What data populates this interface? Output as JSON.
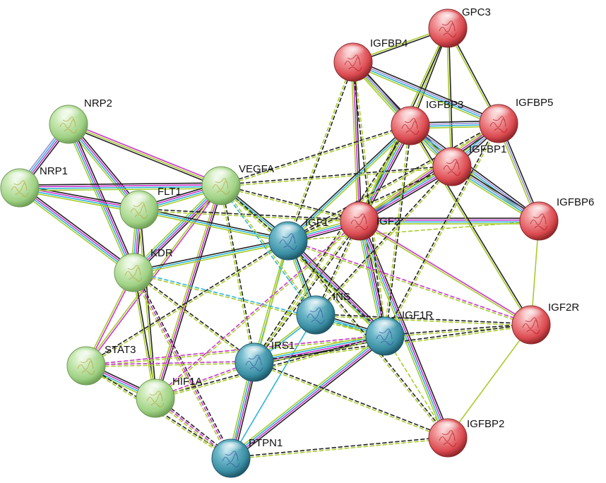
{
  "colors": {
    "green": "#a6d98c",
    "red": "#e8545a",
    "teal": "#3d93a8",
    "black": "#222222",
    "magenta": "#cc33cc",
    "cyan": "#2cb5d6",
    "lime": "#a8cc2c",
    "lavender": "#9b8fd9",
    "background": "#ffffff"
  },
  "nodes": [
    {
      "id": "GPC3",
      "label": "GPC3",
      "group": "red"
    },
    {
      "id": "IGFBP4",
      "label": "IGFBP4",
      "group": "red"
    },
    {
      "id": "IGFBP3",
      "label": "IGFBP3",
      "group": "red"
    },
    {
      "id": "IGFBP5",
      "label": "IGFBP5",
      "group": "red"
    },
    {
      "id": "IGFBP1",
      "label": "IGFBP1",
      "group": "red"
    },
    {
      "id": "IGF2",
      "label": "IGF2",
      "group": "red"
    },
    {
      "id": "IGFBP6",
      "label": "IGFBP6",
      "group": "red"
    },
    {
      "id": "IGF2R",
      "label": "IGF2R",
      "group": "red"
    },
    {
      "id": "IGFBP2",
      "label": "IGFBP2",
      "group": "red"
    },
    {
      "id": "NRP2",
      "label": "NRP2",
      "group": "green"
    },
    {
      "id": "NRP1",
      "label": "NRP1",
      "group": "green"
    },
    {
      "id": "FLT1",
      "label": "FLT1",
      "group": "green"
    },
    {
      "id": "VEGFA",
      "label": "VEGFA",
      "group": "green"
    },
    {
      "id": "KDR",
      "label": "KDR",
      "group": "green"
    },
    {
      "id": "STAT3",
      "label": "STAT3",
      "group": "green"
    },
    {
      "id": "HIF1A",
      "label": "HIF1A",
      "group": "green"
    },
    {
      "id": "IGF1",
      "label": "IGF1",
      "group": "teal"
    },
    {
      "id": "INS",
      "label": "INS",
      "group": "teal"
    },
    {
      "id": "IGF1R",
      "label": "IGF1R",
      "group": "teal"
    },
    {
      "id": "IRS1",
      "label": "IRS1",
      "group": "teal"
    },
    {
      "id": "PTPN1",
      "label": "PTPN1",
      "group": "teal"
    }
  ],
  "edges": [
    {
      "a": "NRP2",
      "b": "NRP1",
      "types": [
        "black",
        "magenta",
        "cyan",
        "lavender"
      ]
    },
    {
      "a": "NRP2",
      "b": "FLT1",
      "types": [
        "black",
        "magenta",
        "cyan",
        "lime"
      ]
    },
    {
      "a": "NRP2",
      "b": "VEGFA",
      "types": [
        "magenta",
        "lime",
        "black"
      ]
    },
    {
      "a": "NRP2",
      "b": "KDR",
      "types": [
        "black",
        "magenta",
        "cyan",
        "lime"
      ]
    },
    {
      "a": "NRP1",
      "b": "FLT1",
      "types": [
        "black",
        "magenta",
        "cyan",
        "lime"
      ]
    },
    {
      "a": "NRP1",
      "b": "VEGFA",
      "types": [
        "black",
        "magenta",
        "cyan",
        "lime"
      ]
    },
    {
      "a": "NRP1",
      "b": "KDR",
      "types": [
        "black",
        "magenta",
        "cyan",
        "lime"
      ]
    },
    {
      "a": "FLT1",
      "b": "VEGFA",
      "types": [
        "black",
        "magenta",
        "cyan",
        "lime"
      ]
    },
    {
      "a": "FLT1",
      "b": "KDR",
      "types": [
        "black",
        "magenta",
        "cyan",
        "lime"
      ]
    },
    {
      "a": "VEGFA",
      "b": "KDR",
      "types": [
        "black",
        "magenta",
        "cyan",
        "lime"
      ]
    },
    {
      "a": "VEGFA",
      "b": "HIF1A",
      "types": [
        "black",
        "magenta",
        "lime"
      ]
    },
    {
      "a": "VEGFA",
      "b": "STAT3",
      "types": [
        "magenta",
        "lime"
      ]
    },
    {
      "a": "KDR",
      "b": "STAT3",
      "types": [
        "magenta",
        "lime"
      ]
    },
    {
      "a": "KDR",
      "b": "HIF1A",
      "types": [
        "black",
        "lime"
      ]
    },
    {
      "a": "FLT1",
      "b": "HIF1A",
      "types": [
        "black",
        "lime"
      ]
    },
    {
      "a": "STAT3",
      "b": "HIF1A",
      "types": [
        "black",
        "magenta",
        "cyan",
        "lime"
      ]
    },
    {
      "a": "GPC3",
      "b": "IGFBP4",
      "types": [
        "black",
        "lime"
      ]
    },
    {
      "a": "GPC3",
      "b": "IGFBP3",
      "types": [
        "black",
        "lime"
      ]
    },
    {
      "a": "GPC3",
      "b": "IGFBP5",
      "types": [
        "black",
        "lime"
      ]
    },
    {
      "a": "GPC3",
      "b": "IGFBP1",
      "types": [
        "black",
        "lime"
      ]
    },
    {
      "a": "GPC3",
      "b": "IGF2",
      "types": [
        "black",
        "lime"
      ]
    },
    {
      "a": "IGFBP4",
      "b": "IGFBP3",
      "types": [
        "black",
        "lavender",
        "cyan",
        "lime"
      ]
    },
    {
      "a": "IGFBP4",
      "b": "IGFBP5",
      "types": [
        "black",
        "lavender",
        "cyan",
        "lime"
      ]
    },
    {
      "a": "IGFBP4",
      "b": "IGFBP1",
      "types": [
        "black",
        "lavender",
        "lime"
      ]
    },
    {
      "a": "IGFBP4",
      "b": "IGF2",
      "types": [
        "black",
        "magenta",
        "lime"
      ]
    },
    {
      "a": "IGFBP3",
      "b": "IGFBP5",
      "types": [
        "black",
        "lavender",
        "cyan",
        "lime"
      ]
    },
    {
      "a": "IGFBP3",
      "b": "IGFBP1",
      "types": [
        "black",
        "lavender",
        "cyan",
        "lime"
      ]
    },
    {
      "a": "IGFBP3",
      "b": "IGF2",
      "types": [
        "black",
        "magenta",
        "cyan",
        "lime"
      ]
    },
    {
      "a": "IGFBP3",
      "b": "IGFBP6",
      "types": [
        "black",
        "lavender",
        "cyan",
        "lime"
      ]
    },
    {
      "a": "IGFBP5",
      "b": "IGFBP1",
      "types": [
        "black",
        "lavender",
        "cyan",
        "lime"
      ]
    },
    {
      "a": "IGFBP5",
      "b": "IGF2",
      "types": [
        "black",
        "magenta",
        "lime"
      ]
    },
    {
      "a": "IGFBP5",
      "b": "IGFBP6",
      "types": [
        "black",
        "lavender",
        "lime"
      ]
    },
    {
      "a": "IGFBP1",
      "b": "IGF2",
      "types": [
        "black",
        "magenta",
        "cyan",
        "lime"
      ]
    },
    {
      "a": "IGFBP1",
      "b": "IGFBP6",
      "types": [
        "black",
        "lavender",
        "cyan",
        "lime"
      ]
    },
    {
      "a": "IGF2",
      "b": "IGFBP6",
      "types": [
        "black",
        "magenta",
        "cyan",
        "lime"
      ]
    },
    {
      "a": "IGF2",
      "b": "IGF2R",
      "types": [
        "magenta",
        "lime"
      ]
    },
    {
      "a": "IGF2",
      "b": "IGF1",
      "types": [
        "black",
        "magenta",
        "cyan",
        "lime"
      ]
    },
    {
      "a": "IGF2",
      "b": "IGF1R",
      "types": [
        "black",
        "magenta",
        "cyan",
        "lime"
      ]
    },
    {
      "a": "IGF2",
      "b": "IGFBP2",
      "types": [
        "black",
        "magenta",
        "cyan",
        "lime"
      ]
    },
    {
      "a": "IGF2",
      "b": "IRS1",
      "types": [
        "black",
        "lime"
      ]
    },
    {
      "a": "IGFBP6",
      "b": "IGF2R",
      "types": [
        "lime"
      ]
    },
    {
      "a": "IGF2R",
      "b": "IGFBP2",
      "types": [
        "lime"
      ]
    },
    {
      "a": "IGFBP3",
      "b": "IGF2R",
      "types": [
        "black",
        "lime"
      ]
    },
    {
      "a": "IGFBP3",
      "b": "IGF1R",
      "types": [
        "black",
        "lime"
      ]
    },
    {
      "a": "IGFBP4",
      "b": "IGF1",
      "types": [
        "black",
        "lime"
      ]
    },
    {
      "a": "IGF1",
      "b": "INS",
      "types": [
        "black",
        "cyan",
        "lime"
      ]
    },
    {
      "a": "IGF1",
      "b": "IGF1R",
      "types": [
        "black",
        "magenta",
        "cyan",
        "lime"
      ]
    },
    {
      "a": "IGF1",
      "b": "IRS1",
      "types": [
        "cyan",
        "lime"
      ]
    },
    {
      "a": "IGF1",
      "b": "PTPN1",
      "types": [
        "lime"
      ]
    },
    {
      "a": "INS",
      "b": "IGF1R",
      "types": [
        "black",
        "cyan",
        "lime"
      ]
    },
    {
      "a": "INS",
      "b": "IRS1",
      "types": [
        "cyan",
        "lime"
      ]
    },
    {
      "a": "INS",
      "b": "PTPN1",
      "types": [
        "cyan"
      ]
    },
    {
      "a": "IGF1R",
      "b": "IRS1",
      "types": [
        "black",
        "magenta",
        "cyan",
        "lime"
      ]
    },
    {
      "a": "IGF1R",
      "b": "PTPN1",
      "types": [
        "black",
        "magenta",
        "cyan",
        "lime"
      ]
    },
    {
      "a": "IGF1R",
      "b": "IGFBP2",
      "types": [
        "lime"
      ]
    },
    {
      "a": "IRS1",
      "b": "PTPN1",
      "types": [
        "black",
        "magenta",
        "cyan",
        "lime"
      ]
    },
    {
      "a": "IRS1",
      "b": "IGFBP2",
      "types": [
        "black",
        "lime"
      ]
    },
    {
      "a": "STAT3",
      "b": "PTPN1",
      "types": [
        "black",
        "lime"
      ]
    },
    {
      "a": "HIF1A",
      "b": "PTPN1",
      "types": [
        "black",
        "magenta",
        "lime"
      ]
    },
    {
      "a": "KDR",
      "b": "PTPN1",
      "types": [
        "black",
        "magenta",
        "lime"
      ]
    },
    {
      "a": "VEGFA",
      "b": "IGF1",
      "types": [
        "black",
        "cyan",
        "lime"
      ]
    },
    {
      "a": "VEGFA",
      "b": "IGF2",
      "types": [
        "black",
        "lime"
      ]
    },
    {
      "a": "VEGFA",
      "b": "IGFBP3",
      "types": [
        "black",
        "lime"
      ]
    },
    {
      "a": "VEGFA",
      "b": "IGFBP1",
      "types": [
        "black",
        "lime"
      ]
    },
    {
      "a": "VEGFA",
      "b": "IRS1",
      "types": [
        "black",
        "lime"
      ]
    },
    {
      "a": "VEGFA",
      "b": "IGF1R",
      "types": [
        "black",
        "lime"
      ]
    },
    {
      "a": "FLT1",
      "b": "IGF1",
      "types": [
        "black",
        "cyan",
        "lime"
      ]
    },
    {
      "a": "FLT1",
      "b": "IGF2",
      "types": [
        "black",
        "lime"
      ]
    },
    {
      "a": "KDR",
      "b": "IGF1",
      "types": [
        "black",
        "cyan",
        "lime"
      ]
    },
    {
      "a": "KDR",
      "b": "IGF1R",
      "types": [
        "cyan",
        "lime"
      ]
    },
    {
      "a": "KDR",
      "b": "IRS1",
      "types": [
        "black",
        "lime"
      ]
    },
    {
      "a": "STAT3",
      "b": "IGF1R",
      "types": [
        "magenta",
        "lime"
      ]
    },
    {
      "a": "STAT3",
      "b": "IRS1",
      "types": [
        "magenta",
        "lime"
      ]
    },
    {
      "a": "STAT3",
      "b": "IGF1",
      "types": [
        "black",
        "lime"
      ]
    },
    {
      "a": "HIF1A",
      "b": "IGF1R",
      "types": [
        "black",
        "lime"
      ]
    },
    {
      "a": "HIF1A",
      "b": "IGF2",
      "types": [
        "magenta",
        "lime"
      ]
    },
    {
      "a": "HIF1A",
      "b": "IRS1",
      "types": [
        "magenta",
        "lime"
      ]
    },
    {
      "a": "IGF1",
      "b": "IGFBP3",
      "types": [
        "black",
        "cyan",
        "lime"
      ]
    },
    {
      "a": "IGF1",
      "b": "IGFBP5",
      "types": [
        "black",
        "lime"
      ]
    },
    {
      "a": "IGF1",
      "b": "IGFBP1",
      "types": [
        "black",
        "lime"
      ]
    },
    {
      "a": "IGF1",
      "b": "IGF2R",
      "types": [
        "magenta",
        "lime"
      ]
    },
    {
      "a": "IGF1",
      "b": "IGFBP2",
      "types": [
        "black",
        "lime"
      ]
    },
    {
      "a": "IGF1R",
      "b": "IGF2R",
      "types": [
        "black",
        "lime"
      ]
    },
    {
      "a": "IRS1",
      "b": "IGF2R",
      "types": [
        "black",
        "lime"
      ]
    },
    {
      "a": "INS",
      "b": "IGF2",
      "types": [
        "black",
        "lime"
      ]
    },
    {
      "a": "INS",
      "b": "IGFBP1",
      "types": [
        "black",
        "lime"
      ]
    },
    {
      "a": "INS",
      "b": "VEGFA",
      "types": [
        "cyan",
        "lime"
      ]
    },
    {
      "a": "INS",
      "b": "IGF2R",
      "types": [
        "black",
        "lime"
      ]
    },
    {
      "a": "PTPN1",
      "b": "IGFBP2",
      "types": [
        "black",
        "lime"
      ]
    },
    {
      "a": "IRS1",
      "b": "IGFBP3",
      "types": [
        "black",
        "lime"
      ]
    },
    {
      "a": "IGF1R",
      "b": "IGFBP5",
      "types": [
        "black",
        "lime"
      ]
    },
    {
      "a": "IGF1R",
      "b": "IGFBP4",
      "types": [
        "black",
        "lime"
      ]
    },
    {
      "a": "IGF1",
      "b": "IGFBP6",
      "types": [
        "lime"
      ]
    }
  ]
}
